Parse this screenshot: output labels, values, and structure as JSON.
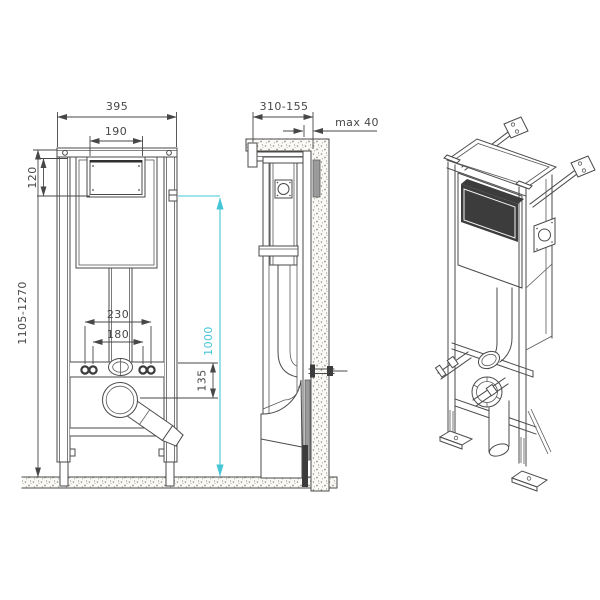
{
  "drawing": {
    "front": {
      "dim_width": "395",
      "dim_access_width": "190",
      "dim_access_height": "120",
      "dim_height_range": "1105-1270",
      "dim_bolt_outer": "230",
      "dim_bolt_inner": "180",
      "dim_drain_offset": "135",
      "dim_flush_height": "1000"
    },
    "side": {
      "dim_depth_range": "310-155",
      "dim_wall_clearance": "max 40"
    },
    "colors": {
      "line": "#4a4a4a",
      "accent": "#45c5d5",
      "wall_speckle": "#8f8d88"
    }
  }
}
